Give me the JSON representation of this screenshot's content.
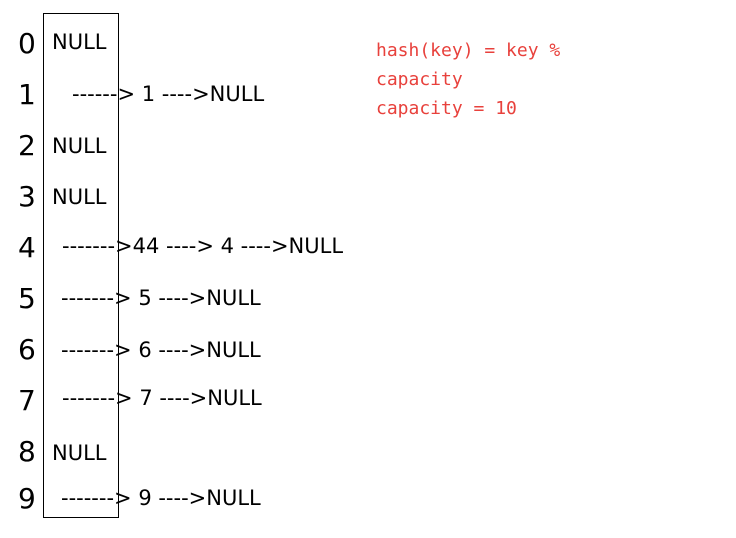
{
  "indices": [
    "0",
    "1",
    "2",
    "3",
    "4",
    "5",
    "6",
    "7",
    "8",
    "9"
  ],
  "cells": {
    "0": "NULL",
    "2": "NULL",
    "3": "NULL",
    "8": "NULL"
  },
  "chains": {
    "1": "------> 1 ---->NULL",
    "4": "------->44 ----> 4 ---->NULL",
    "5": "-------> 5 ---->NULL",
    "6": "-------> 6 ---->NULL",
    "7": "-------> 7 ---->NULL",
    "9": "-------> 9 ---->NULL"
  },
  "note": [
    "hash(key) = key %",
    "capacity",
    "capacity = 10"
  ],
  "colors": {
    "note": "#e8413c",
    "lines": "#000000"
  }
}
